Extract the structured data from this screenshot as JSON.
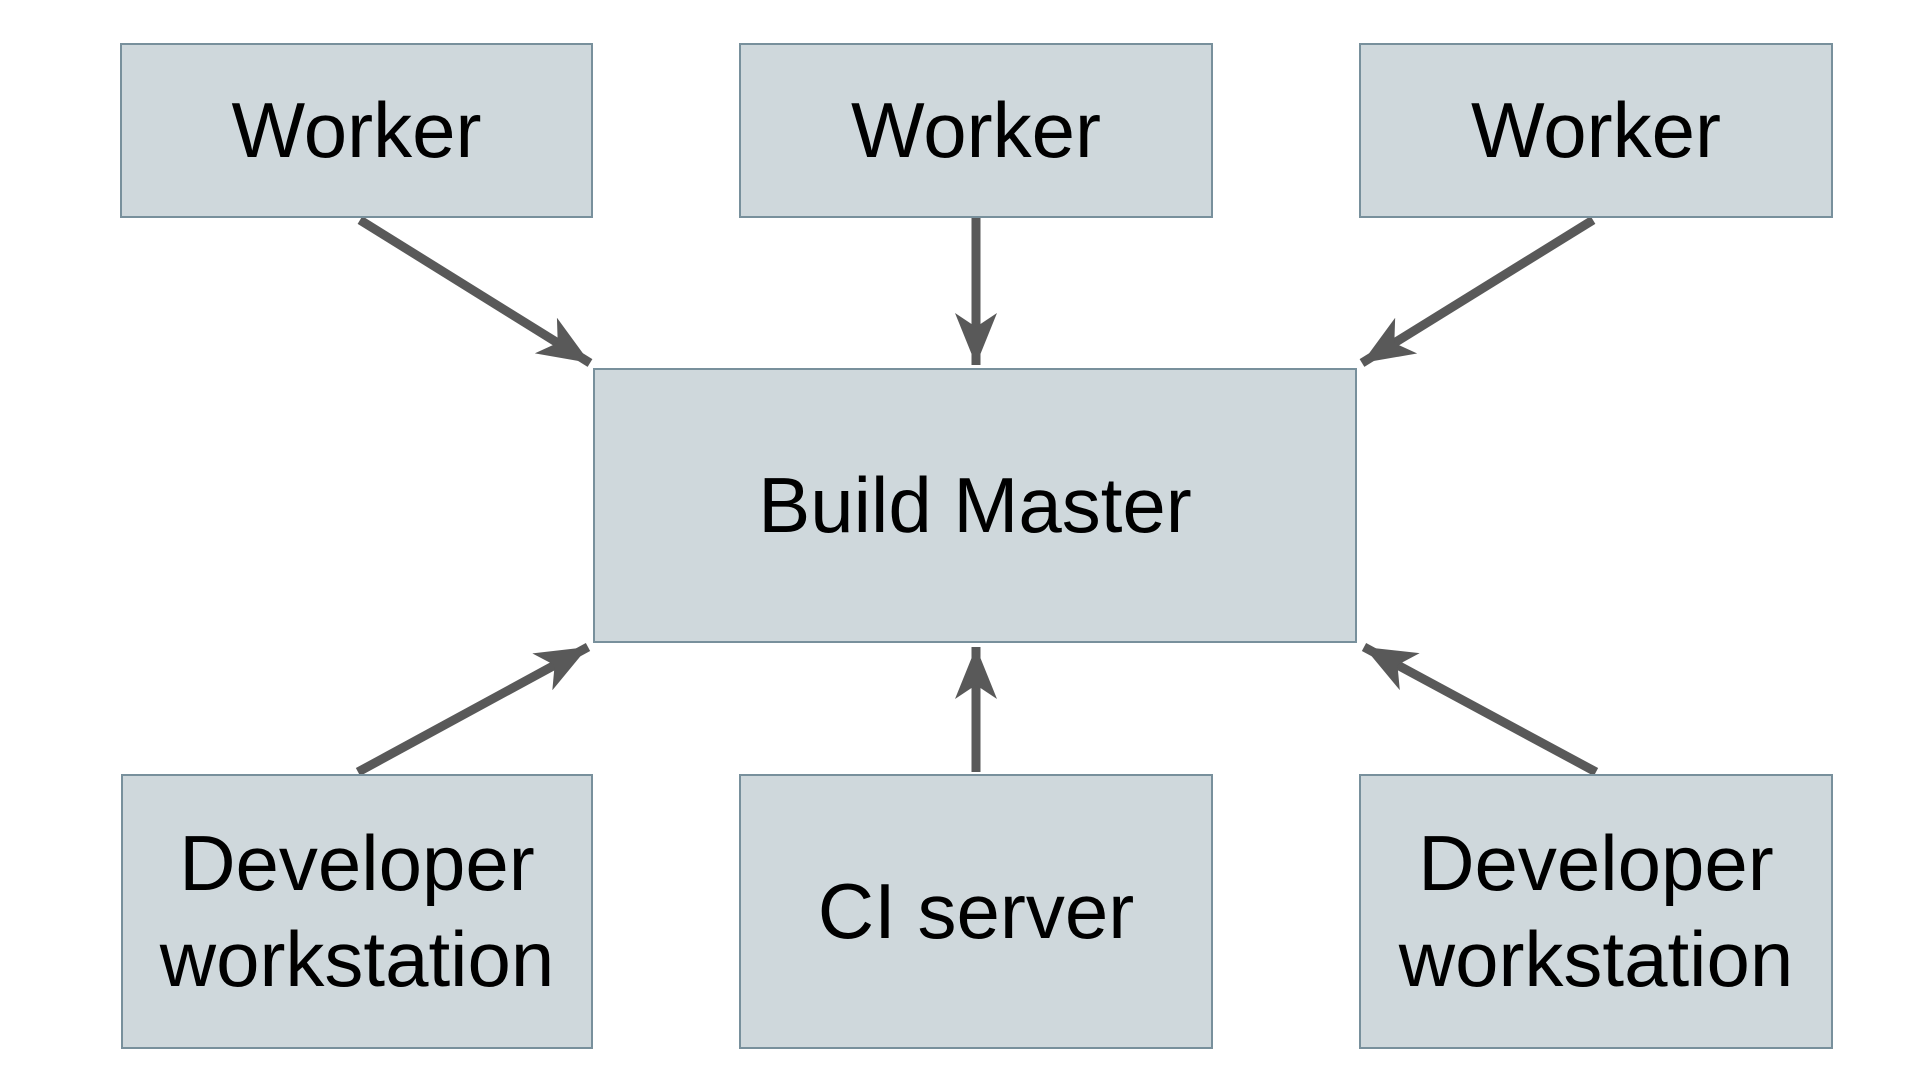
{
  "diagram": {
    "nodes": [
      {
        "id": "worker-1",
        "label": "Worker"
      },
      {
        "id": "worker-2",
        "label": "Worker"
      },
      {
        "id": "worker-3",
        "label": "Worker"
      },
      {
        "id": "build-master",
        "label": "Build Master"
      },
      {
        "id": "dev-workstation-1",
        "label": "Developer workstation"
      },
      {
        "id": "ci-server",
        "label": "CI server"
      },
      {
        "id": "dev-workstation-2",
        "label": "Developer workstation"
      }
    ],
    "edges": [
      {
        "from": "worker-1",
        "to": "build-master"
      },
      {
        "from": "worker-2",
        "to": "build-master"
      },
      {
        "from": "worker-3",
        "to": "build-master"
      },
      {
        "from": "dev-workstation-1",
        "to": "build-master"
      },
      {
        "from": "ci-server",
        "to": "build-master"
      },
      {
        "from": "dev-workstation-2",
        "to": "build-master"
      }
    ],
    "colors": {
      "node_fill": "#cfd8dc",
      "node_border": "#78909c",
      "arrow": "#595959",
      "text": "#000000",
      "background": "#ffffff"
    }
  }
}
